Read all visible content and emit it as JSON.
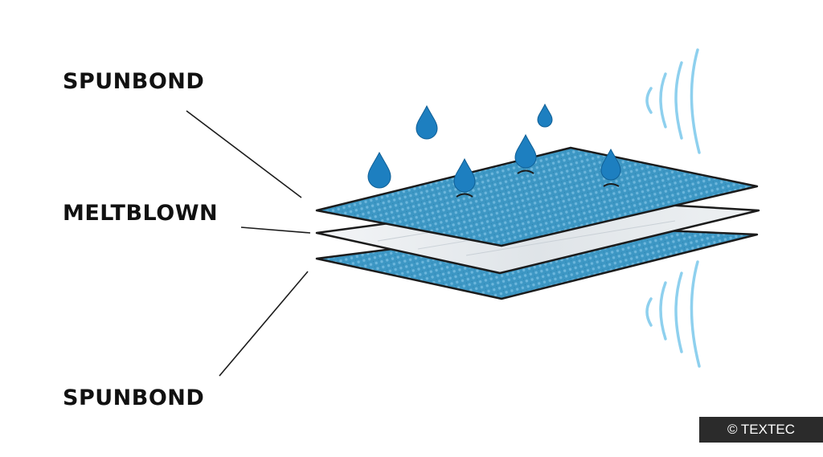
{
  "labels": {
    "top_layer": "SPUNBOND",
    "middle_layer": "MELTBLOWN",
    "bottom_layer": "SPUNBOND"
  },
  "credit": "© TEXTEC",
  "colors": {
    "spunbond": "#3d97c4",
    "meltblown": "#e9ecef",
    "outline": "#1b1b1b",
    "droplet": "#1d7fc0",
    "airflow": "#8ed0ee",
    "credit_bg": "#2b2b2b"
  },
  "icons": [
    "water-droplet-icon",
    "airflow-icon"
  ]
}
